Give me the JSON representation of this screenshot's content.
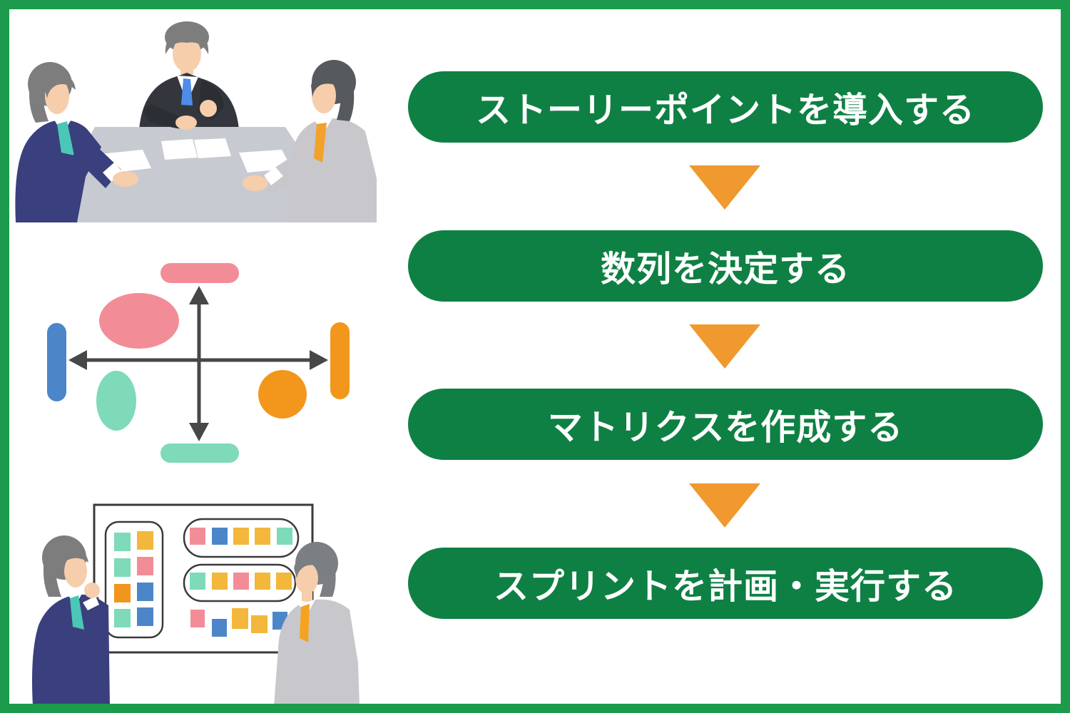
{
  "colors": {
    "frame_green": "#1B9B4B",
    "step_green": "#0E8043",
    "step_text": "#FFFFFF",
    "connector_orange": "#F0992E"
  },
  "flow": {
    "steps": [
      {
        "label": "ストーリーポイントを導入する"
      },
      {
        "label": "数列を決定する"
      },
      {
        "label": "マトリクスを作成する"
      },
      {
        "label": "スプリントを計画・実行する"
      }
    ],
    "connector": "down-triangle"
  },
  "illustrations": {
    "meeting": "three businesspeople discussing at a gray table with papers",
    "matrix": "four-quadrant matrix with crossed axis arrows and colored shapes",
    "board": "two businesspeople reviewing a task board with colored sticky notes"
  },
  "palette": {
    "pink": "#F28D97",
    "blue": "#4C86C8",
    "teal": "#7EDAB8",
    "orange": "#F2971B",
    "yellow": "#F2B73B",
    "navy_suit": "#3A3F7D",
    "black_suit": "#33373D",
    "gray_suit": "#C7C7CC",
    "skin": "#F6CEAB",
    "hair_gray": "#7D7D7D",
    "hair_dark": "#56595E",
    "table_gray": "#C7CBD1",
    "axis_gray": "#474747",
    "board_line": "#3A3A3A"
  }
}
